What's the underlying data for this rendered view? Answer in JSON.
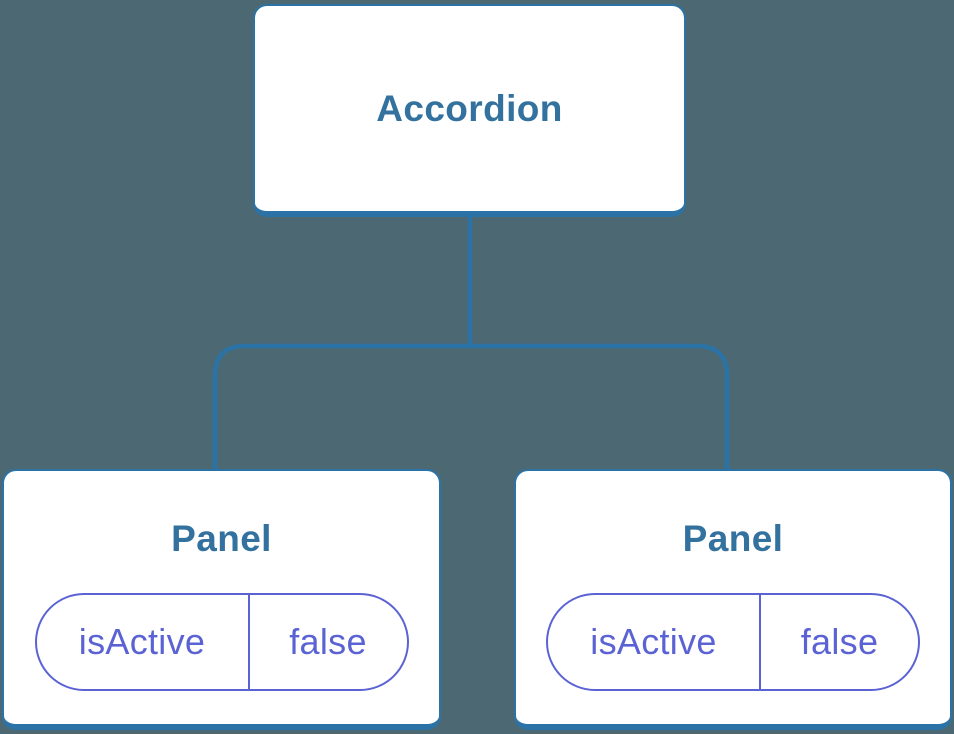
{
  "colors": {
    "background": "#4c6973",
    "connector_blue": "#2b73a6",
    "node_border_blue": "#2b73a6",
    "title_blue": "#33719e",
    "prop_purple": "#5b63d4",
    "node_background": "#ffffff"
  },
  "diagram": {
    "type": "component-tree",
    "root": {
      "label": "Accordion"
    },
    "children": [
      {
        "label": "Panel",
        "props": [
          {
            "name": "isActive",
            "value": "false"
          }
        ]
      },
      {
        "label": "Panel",
        "props": [
          {
            "name": "isActive",
            "value": "false"
          }
        ]
      }
    ]
  }
}
